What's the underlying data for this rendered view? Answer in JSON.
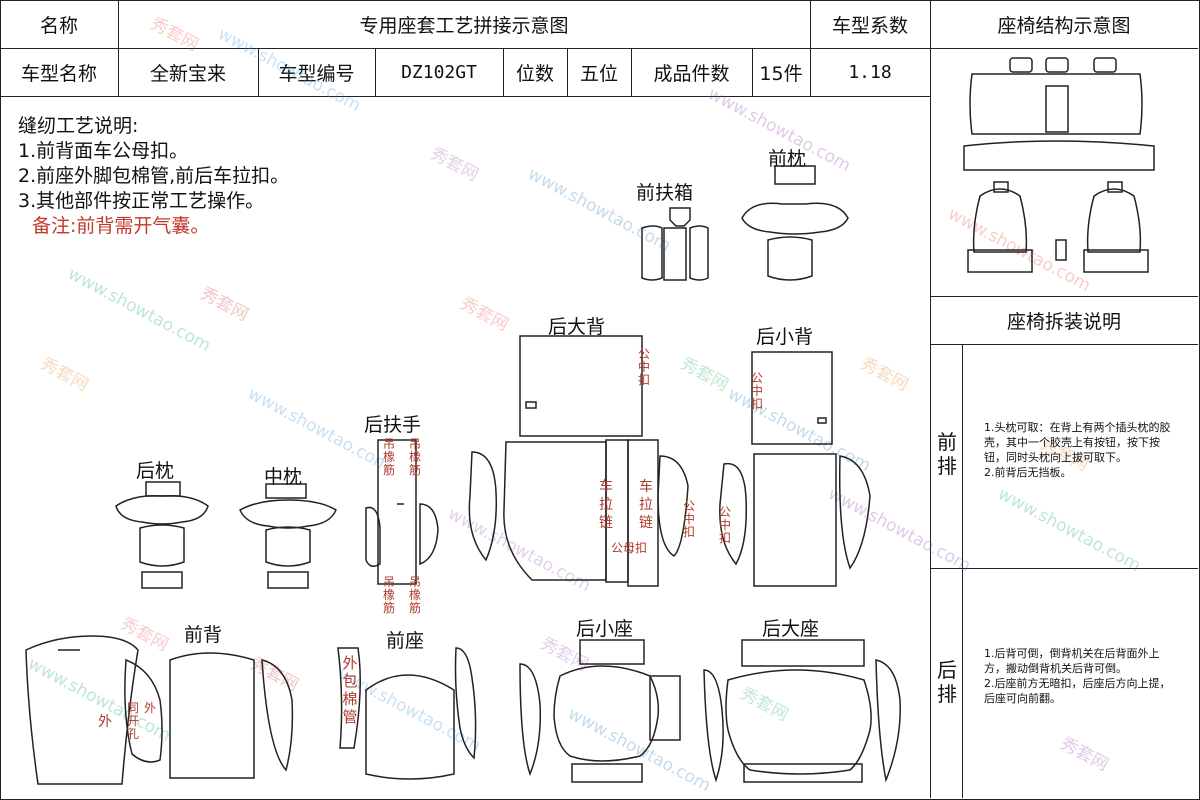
{
  "header": {
    "name_label": "名称",
    "title": "专用座套工艺拼接示意图",
    "coef_label": "车型系数",
    "structure_title": "座椅结构示意图"
  },
  "info": {
    "model_name_label": "车型名称",
    "model_name": "全新宝来",
    "model_code_label": "车型编号",
    "model_code": "DZ102GT",
    "seats_label": "位数",
    "seats": "五位",
    "pieces_label": "成品件数",
    "pieces": "15件",
    "coef": "1.18"
  },
  "notes": {
    "title": "缝纫工艺说明:",
    "items": [
      "1.前背面车公母扣。",
      "2.前座外脚包棉管,前后车拉扣。",
      "3.其他部件按正常工艺操作。"
    ],
    "remark": "备注:前背需开气囊。"
  },
  "parts": {
    "front_box": "前扶箱",
    "front_pillow": "前枕",
    "rear_big_back": "后大背",
    "rear_small_back": "后小背",
    "rear_armrest": "后扶手",
    "rear_pillow": "后枕",
    "mid_pillow": "中枕",
    "front_back": "前背",
    "front_seat": "前座",
    "rear_small_seat": "后小座",
    "rear_big_seat": "后大座"
  },
  "marks": {
    "male_snap": "公母扣",
    "male_snap_short": "公中扣",
    "zipper": "车拉链",
    "elastic": "吊橡筋",
    "outer": "外",
    "same_hole": "同开孔",
    "outer_cotton": "外包棉管"
  },
  "side": {
    "disassembly_title": "座椅拆装说明",
    "front_row_label": "前排",
    "front_row_text": "1.头枕可取：在背上有两个插头枕的胶壳，其中一个胶壳上有按钮，按下按钮，同时头枕向上拔可取下。\n2.前背后无挡板。",
    "rear_row_label": "后排",
    "rear_row_text": "1.后背可倒，倒背机关在后背面外上方，搬动倒背机关后背可倒。\n2.后座前方无暗扣，后座后方向上提，后座可向前翻。"
  },
  "watermark": {
    "cn": "秀套网",
    "url": "www.showtao.com"
  }
}
